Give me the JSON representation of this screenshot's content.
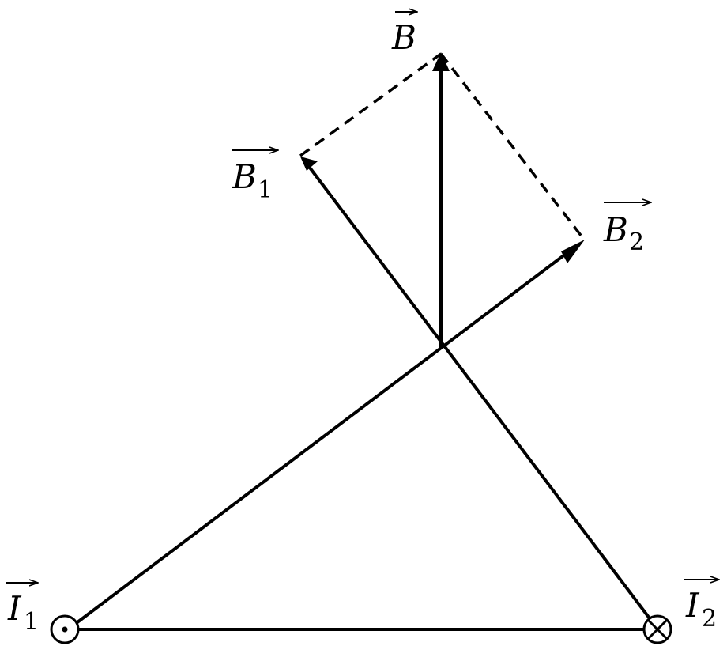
{
  "labels": {
    "B": {
      "letter": "B",
      "sub": ""
    },
    "B1": {
      "letter": "B",
      "sub": "1"
    },
    "B2": {
      "letter": "B",
      "sub": "2"
    },
    "I1": {
      "letter": "I",
      "sub": "1"
    },
    "I2": {
      "letter": "I",
      "sub": "2"
    }
  },
  "colors": {
    "stroke": "#000000",
    "background": "#ffffff"
  },
  "symbols": {
    "I1": "current-out-of-page-icon",
    "I2": "current-into-page-icon"
  }
}
